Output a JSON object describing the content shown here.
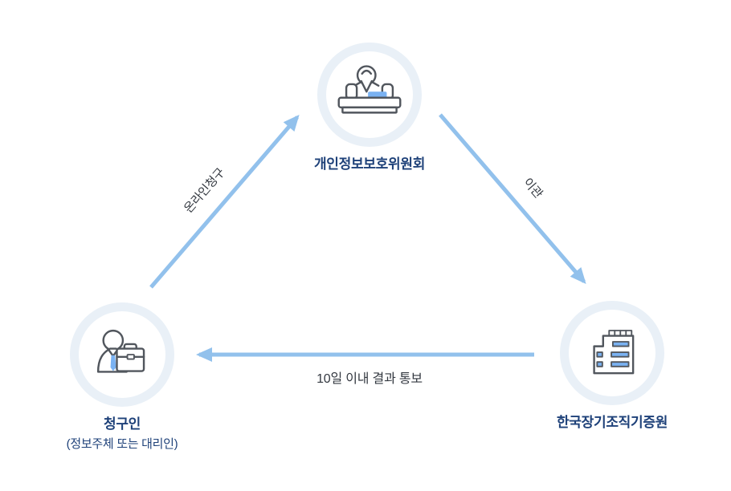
{
  "diagram": {
    "nodes": {
      "commission": {
        "label": "개인정보보호위원회",
        "icon": "receptionist-desk-icon"
      },
      "claimant": {
        "label": "청구인",
        "sublabel": "(정보주체 또는 대리인)",
        "icon": "person-briefcase-icon"
      },
      "agency": {
        "label": "한국장기조직기증원",
        "icon": "building-icon"
      }
    },
    "arrows": [
      {
        "from": "claimant",
        "to": "commission",
        "label": "온라인청구"
      },
      {
        "from": "commission",
        "to": "agency",
        "label": "이관"
      },
      {
        "from": "agency",
        "to": "claimant",
        "label": "10일 이내 결과 통보"
      }
    ],
    "colors": {
      "arrow": "#92c1ec",
      "ring": "#e9f0f7",
      "node_label": "#1e4179",
      "edge_label": "#333840",
      "icon_outline": "#51565d",
      "icon_accent": "#7ab2f2",
      "background": "#ffffff"
    }
  }
}
